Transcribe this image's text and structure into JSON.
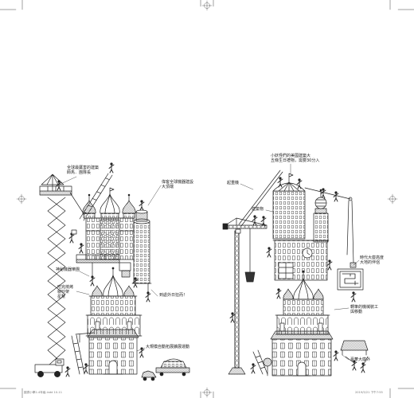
{
  "colors": {
    "ink": "#222222",
    "paper": "#ffffff",
    "footer": "#777777"
  },
  "left_page": {
    "labels": [
      {
        "lines": [
          "全球最厲害的建築",
          "師馬．團隊長"
        ]
      },
      {
        "lines": [
          "偉客全球機器建設",
          "大頂端"
        ]
      },
      {
        "lines": [
          "神秘機器樂團"
        ]
      },
      {
        "lines": [
          "吃完燒烤",
          "就吵架",
          "星幫"
        ]
      },
      {
        "lines": [
          "到處外日狂而！"
        ]
      },
      {
        "lines": [
          "大規模自動拓展擴展運動"
        ]
      }
    ],
    "footer": "圖書小學2-4年級.indd 10-11"
  },
  "right_page": {
    "labels": [
      {
        "lines": [
          "起重機"
        ]
      },
      {
        "lines": [
          "小妖怪們的美國建築大",
          "五條生日禮物，需要30分入"
        ]
      },
      {
        "lines": [
          "建築物"
        ]
      },
      {
        "lines": [
          "時代大廈高度",
          "大地的伴侶"
        ]
      },
      {
        "lines": [
          "轉筆的機械裝工",
          "與移動"
        ]
      },
      {
        "lines": [
          "豪華大廈外"
        ]
      }
    ],
    "footer": "2019/5/21 下午7:55"
  }
}
